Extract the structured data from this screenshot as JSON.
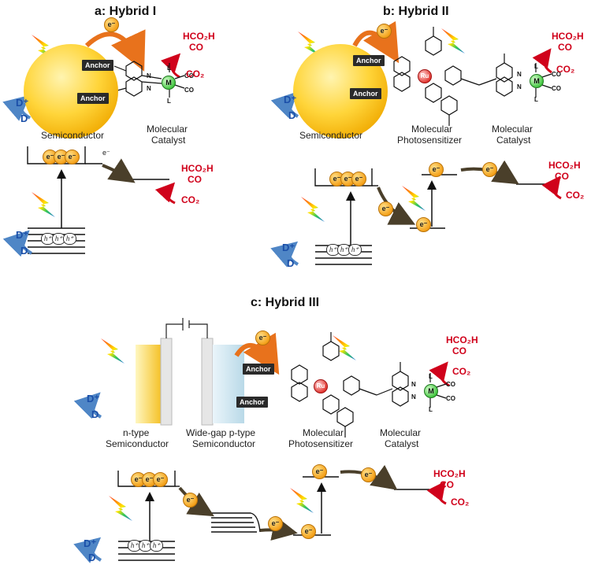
{
  "panel_a": {
    "title": "a: Hybrid I",
    "anchor": "Anchor",
    "electron": "e⁻",
    "products_hcooh": "HCO₂H",
    "products_co": "CO",
    "reactant_co2": "CO₂",
    "donor_ox": "D⁺",
    "donor": "D",
    "label_semiconductor": "Semiconductor",
    "label_catalyst_1": "Molecular",
    "label_catalyst_2": "Catalyst",
    "metal": "M",
    "ligand_l": "L",
    "ligand_co": "CO",
    "ligand_n": "N",
    "hole": "h⁺"
  },
  "panel_b": {
    "title": "b: Hybrid II",
    "anchor": "Anchor",
    "electron": "e⁻",
    "products_hcooh": "HCO₂H",
    "products_co": "CO",
    "reactant_co2": "CO₂",
    "donor_ox": "D⁺",
    "donor": "D",
    "label_semiconductor": "Semiconductor",
    "label_ps_1": "Molecular",
    "label_ps_2": "Photosensitizer",
    "label_catalyst_1": "Molecular",
    "label_catalyst_2": "Catalyst",
    "metal_ru": "Ru",
    "metal": "M",
    "ligand_l": "L",
    "ligand_co": "CO",
    "ligand_n": "N",
    "hole": "h⁺"
  },
  "panel_c": {
    "title": "c: Hybrid III",
    "anchor": "Anchor",
    "electron": "e⁻",
    "products_hcooh": "HCO₂H",
    "products_co": "CO",
    "reactant_co2": "CO₂",
    "donor_ox": "D⁺",
    "donor": "D",
    "label_n_1": "n-type",
    "label_n_2": "Semiconductor",
    "label_p_1": "Wide-gap p-type",
    "label_p_2": "Semiconductor",
    "label_ps_1": "Molecular",
    "label_ps_2": "Photosensitizer",
    "label_catalyst_1": "Molecular",
    "label_catalyst_2": "Catalyst",
    "metal_ru": "Ru",
    "metal": "M",
    "ligand_l": "L",
    "ligand_co": "CO",
    "ligand_n": "N",
    "hole": "h⁺"
  },
  "colors": {
    "product_red": "#d0021b",
    "donor_blue": "#1b4fa8",
    "arrow_orange": "#e8721c",
    "arrow_dark": "#4a3f2a",
    "semiconductor_yellow": "#ffd53a",
    "ptype_blue": "#cfe6f0"
  },
  "icons": [
    "lightning-bolt-icon",
    "electron-icon",
    "hole-icon"
  ]
}
